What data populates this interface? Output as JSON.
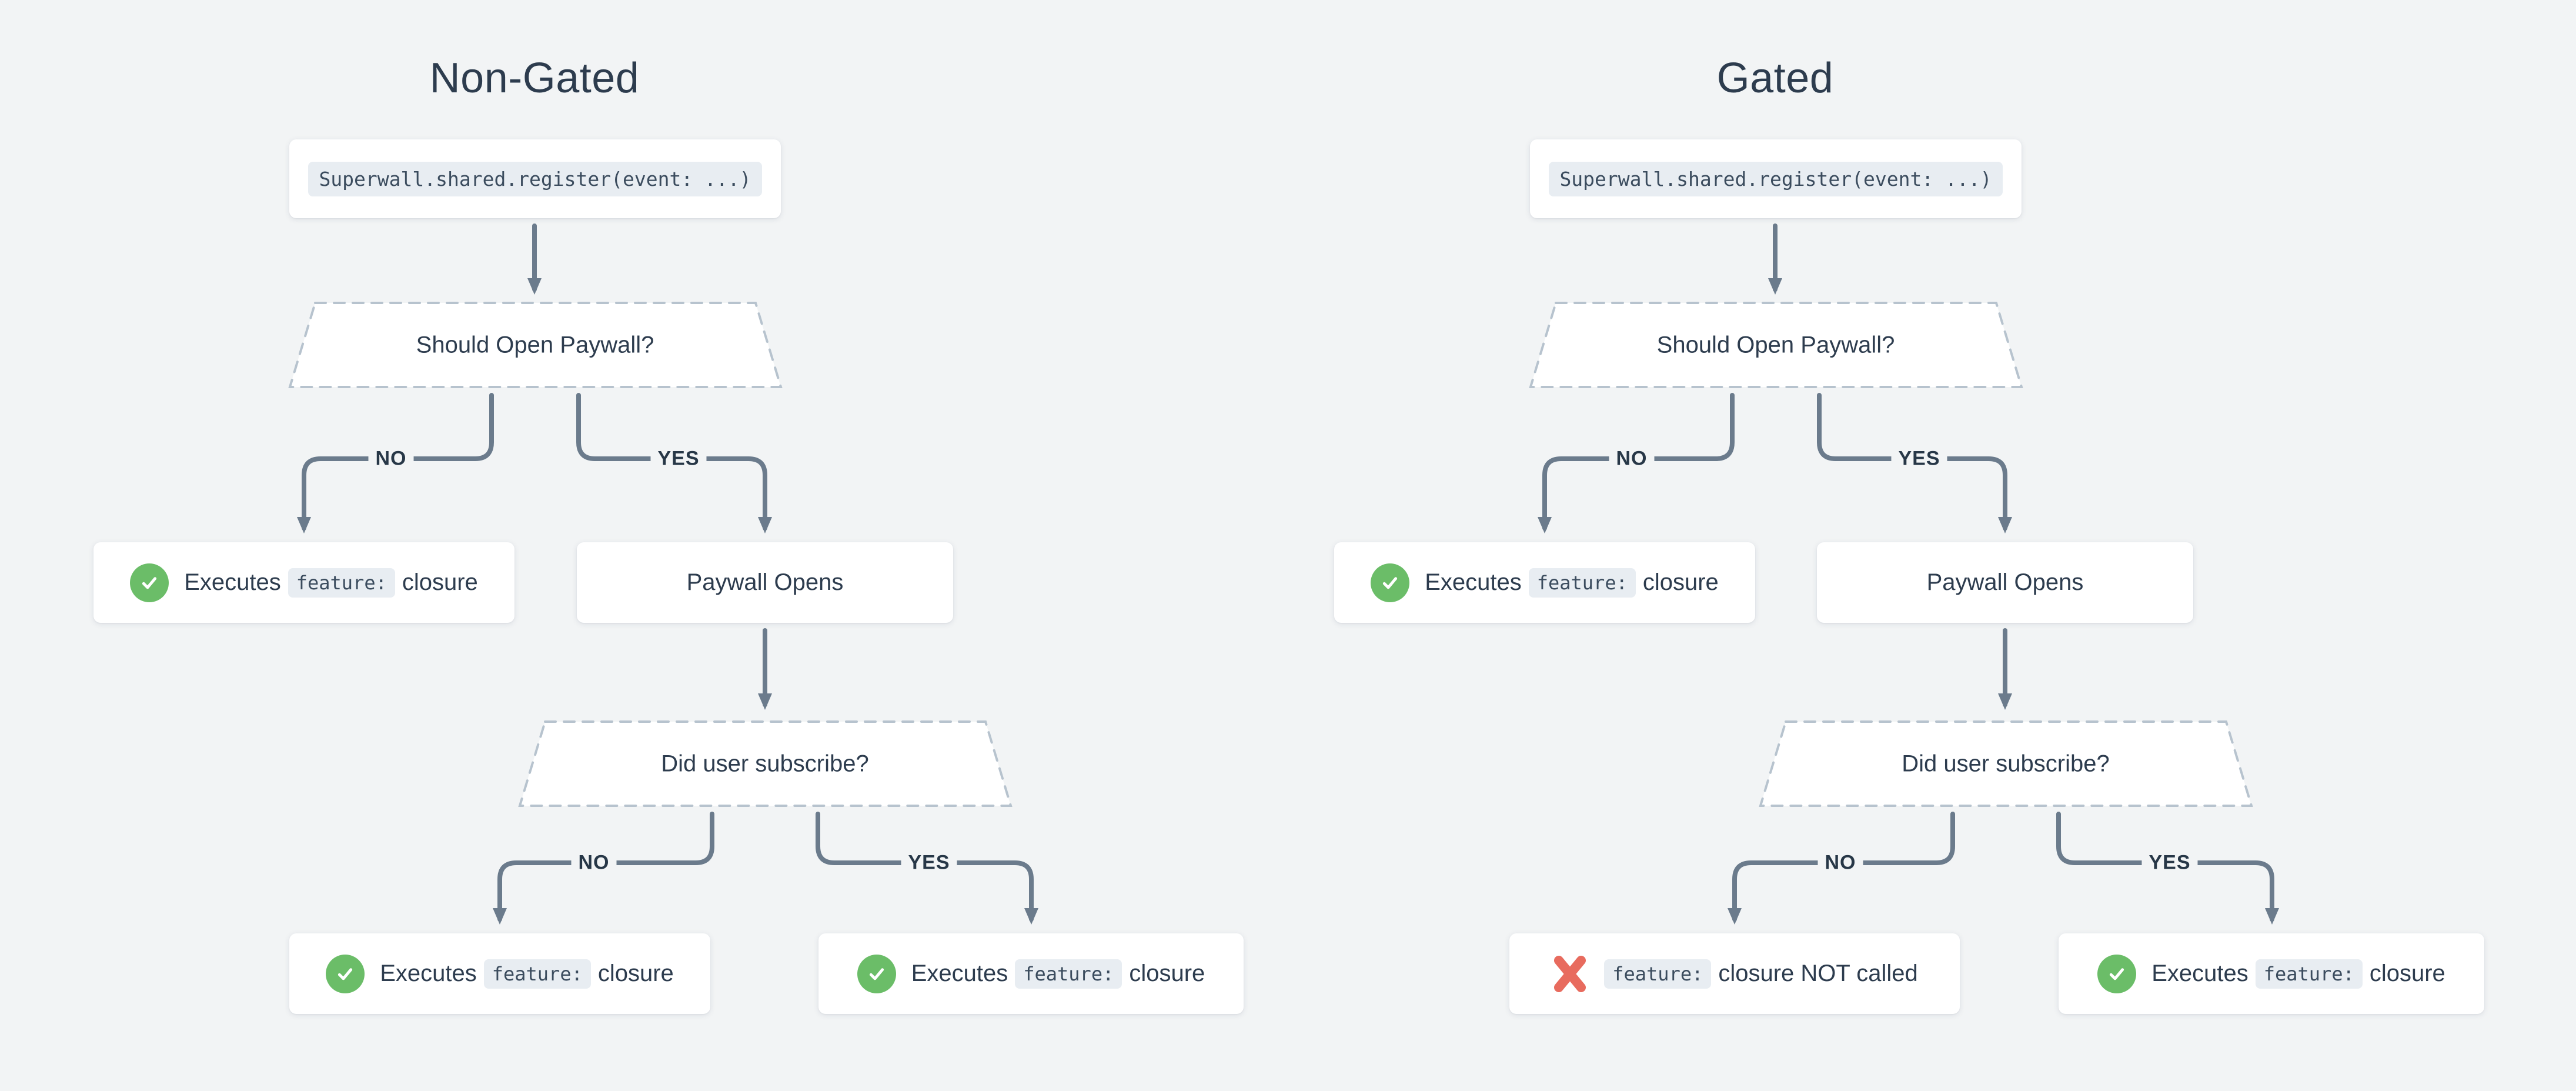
{
  "colors": {
    "background": "#f2f4f5",
    "card": "#ffffff",
    "connector": "#6b7b8c",
    "dashed_border": "#b7c3ce",
    "text": "#2d3c4e",
    "code_chip_bg": "#e8edf2",
    "success_green": "#6bbd68",
    "error_red": "#e86b5e"
  },
  "shared": {
    "no_label": "NO",
    "yes_label": "YES"
  },
  "non_gated": {
    "title": "Non-Gated",
    "code": "Superwall.shared.register(event: ...)",
    "decision_1": "Should Open Paywall?",
    "decision_2": "Did user subscribe?",
    "result_no": {
      "icon": "check-circle",
      "prefix": "Executes",
      "code": "feature:",
      "suffix": "closure"
    },
    "paywall_opens": "Paywall Opens",
    "sub_no": {
      "icon": "check-circle",
      "prefix": "Executes",
      "code": "feature:",
      "suffix": "closure"
    },
    "sub_yes": {
      "icon": "check-circle",
      "prefix": "Executes",
      "code": "feature:",
      "suffix": "closure"
    }
  },
  "gated": {
    "title": "Gated",
    "code": "Superwall.shared.register(event: ...)",
    "decision_1": "Should Open Paywall?",
    "decision_2": "Did user subscribe?",
    "result_no": {
      "icon": "check-circle",
      "prefix": "Executes",
      "code": "feature:",
      "suffix": "closure"
    },
    "paywall_opens": "Paywall Opens",
    "sub_no": {
      "icon": "cross-mark",
      "code": "feature:",
      "suffix": "closure NOT called"
    },
    "sub_yes": {
      "icon": "check-circle",
      "prefix": "Executes",
      "code": "feature:",
      "suffix": "closure"
    }
  }
}
